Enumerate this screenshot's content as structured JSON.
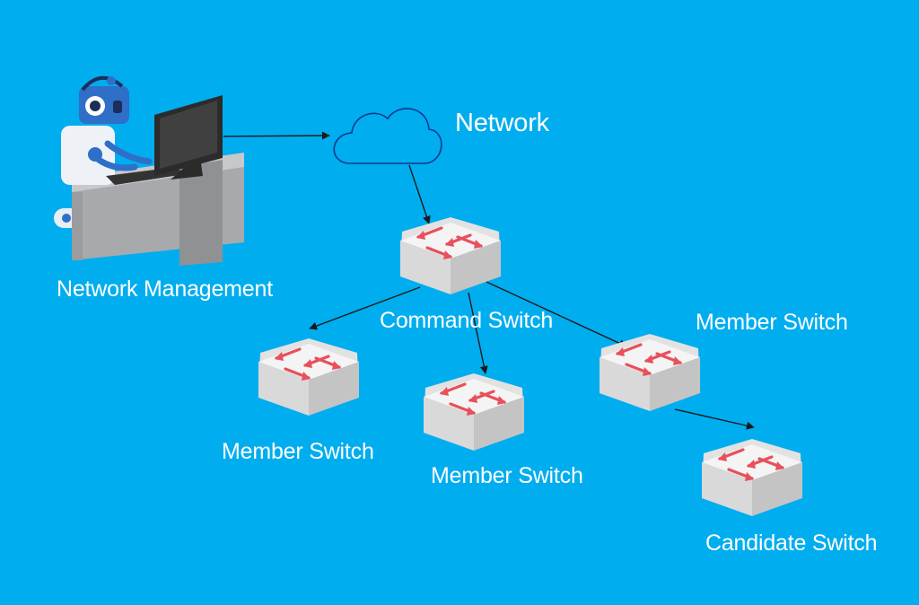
{
  "colors": {
    "background": "#00adef",
    "switch_top": "#f4f4f4",
    "switch_left": "#d9d9d9",
    "switch_right": "#c4c4c4",
    "switch_arrow": "#e8505b",
    "cloud_fill": "#00adef",
    "cloud_stroke": "#0a3a8c",
    "label": "#ffffff"
  },
  "labels": {
    "network": "Network",
    "network_management": "Network Management",
    "command_switch": "Command Switch",
    "member_switch_right": "Member Switch",
    "member_switch_left": "Member Switch",
    "member_switch_mid": "Member Switch",
    "candidate_switch": "Candidate Switch"
  },
  "icons": {
    "operator": "robot-at-computer-icon",
    "network": "cloud-icon",
    "switch": "network-switch-icon"
  },
  "nodes": [
    {
      "id": "management",
      "kind": "workstation",
      "label": "labels.network_management"
    },
    {
      "id": "network",
      "kind": "cloud",
      "label": "labels.network"
    },
    {
      "id": "command",
      "kind": "switch",
      "label": "labels.command_switch"
    },
    {
      "id": "member-left",
      "kind": "switch",
      "label": "labels.member_switch_left"
    },
    {
      "id": "member-mid",
      "kind": "switch",
      "label": "labels.member_switch_mid"
    },
    {
      "id": "member-right",
      "kind": "switch",
      "label": "labels.member_switch_right"
    },
    {
      "id": "candidate",
      "kind": "switch",
      "label": "labels.candidate_switch"
    }
  ],
  "edges": [
    {
      "from": "management",
      "to": "network"
    },
    {
      "from": "network",
      "to": "command"
    },
    {
      "from": "command",
      "to": "member-left"
    },
    {
      "from": "command",
      "to": "member-mid"
    },
    {
      "from": "command",
      "to": "member-right"
    },
    {
      "from": "member-right",
      "to": "candidate"
    }
  ]
}
